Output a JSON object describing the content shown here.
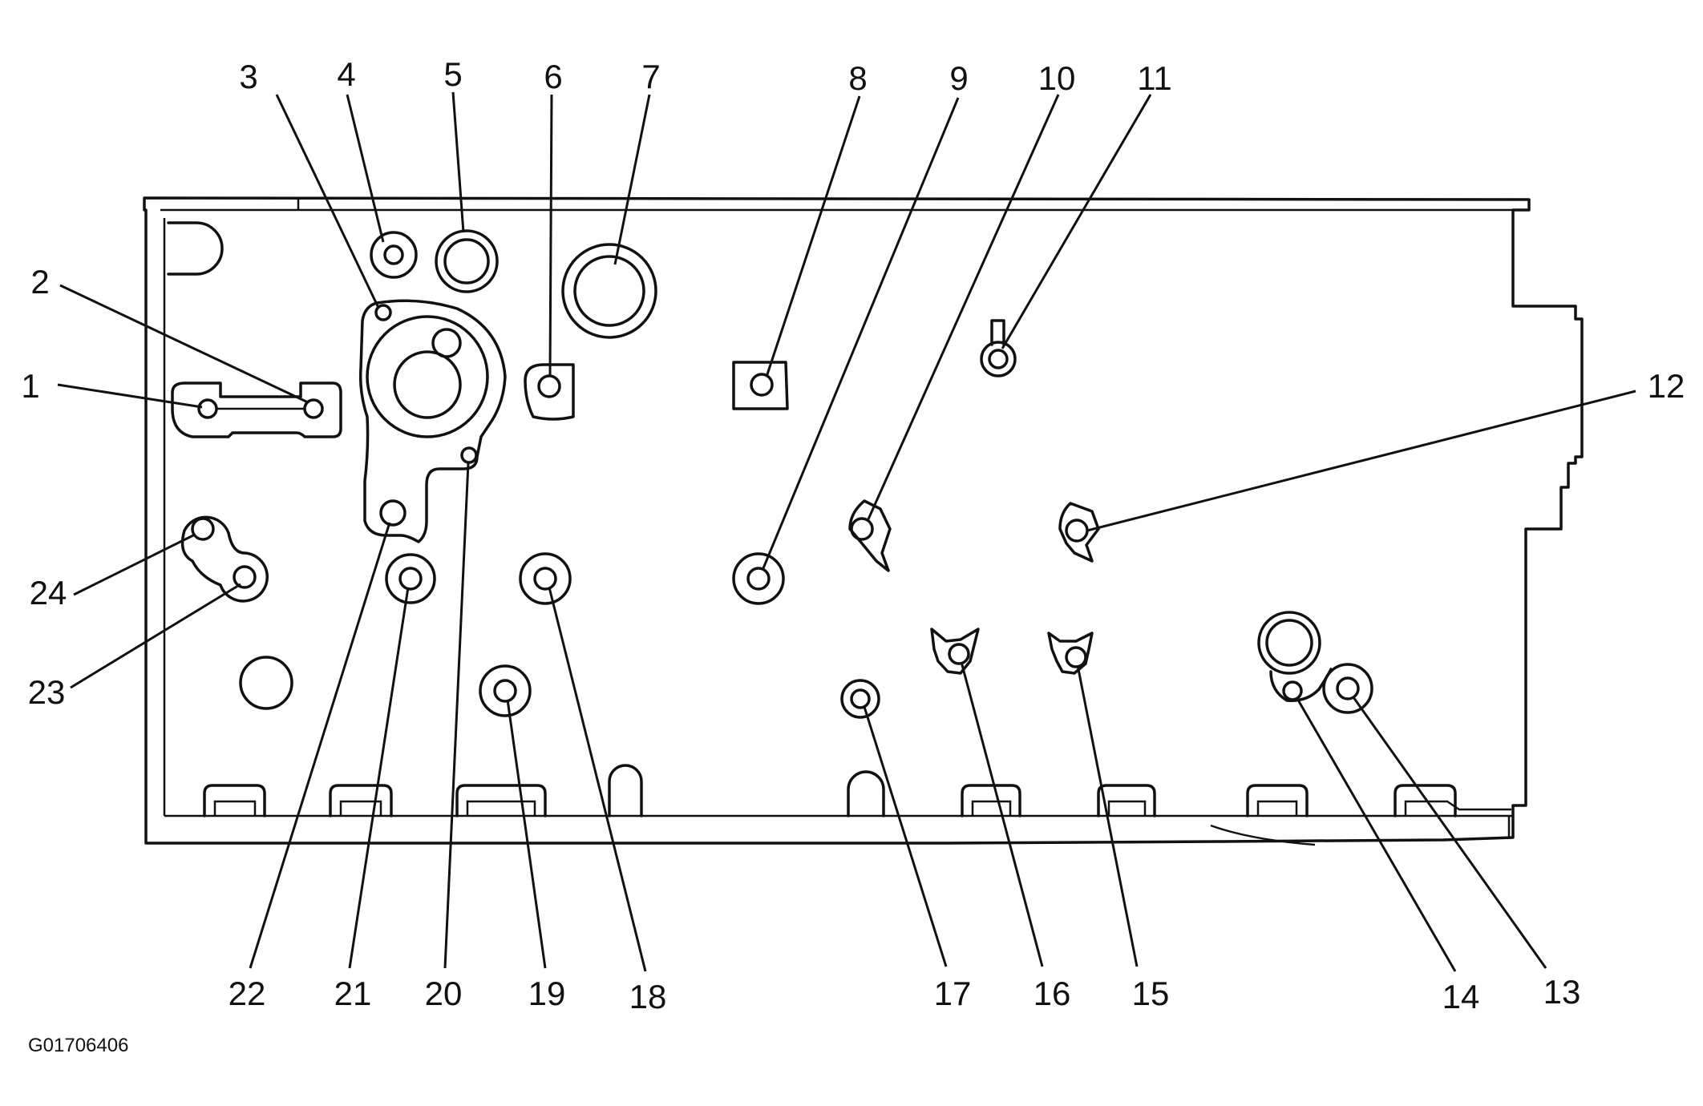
{
  "figure_id": "G01706406",
  "callouts": [
    "1",
    "2",
    "3",
    "4",
    "5",
    "6",
    "7",
    "8",
    "9",
    "10",
    "11",
    "12",
    "13",
    "14",
    "15",
    "16",
    "17",
    "18",
    "19",
    "20",
    "21",
    "22",
    "23",
    "24"
  ]
}
